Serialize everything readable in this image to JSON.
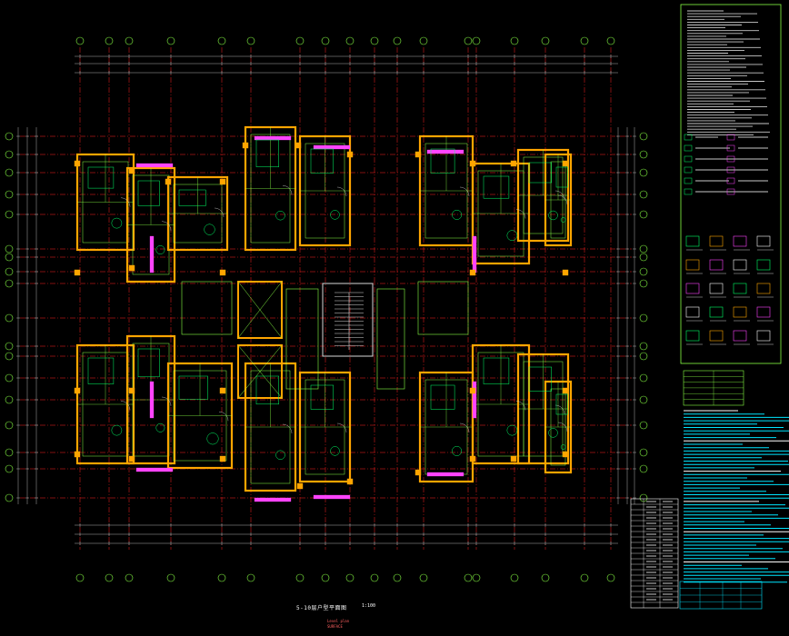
{
  "drawing": {
    "title": "5-10层户型平面图",
    "scale": "1:100",
    "subtitle_1": "Level plan",
    "subtitle_2": "SURFACE",
    "colors": {
      "background": "#000000",
      "axis": "#ff2020",
      "grid_text": "#ffffff",
      "wall": "#ffa500",
      "frame": "#88ff44",
      "furniture": "#00ff66",
      "accent": "#ff44ff",
      "notes": "#00e5ff",
      "dim": "#d8d8d8"
    },
    "icons": [
      "stair-icon",
      "elevator-icon",
      "door-swing-icon",
      "column-icon",
      "legend-symbol-icon"
    ]
  }
}
